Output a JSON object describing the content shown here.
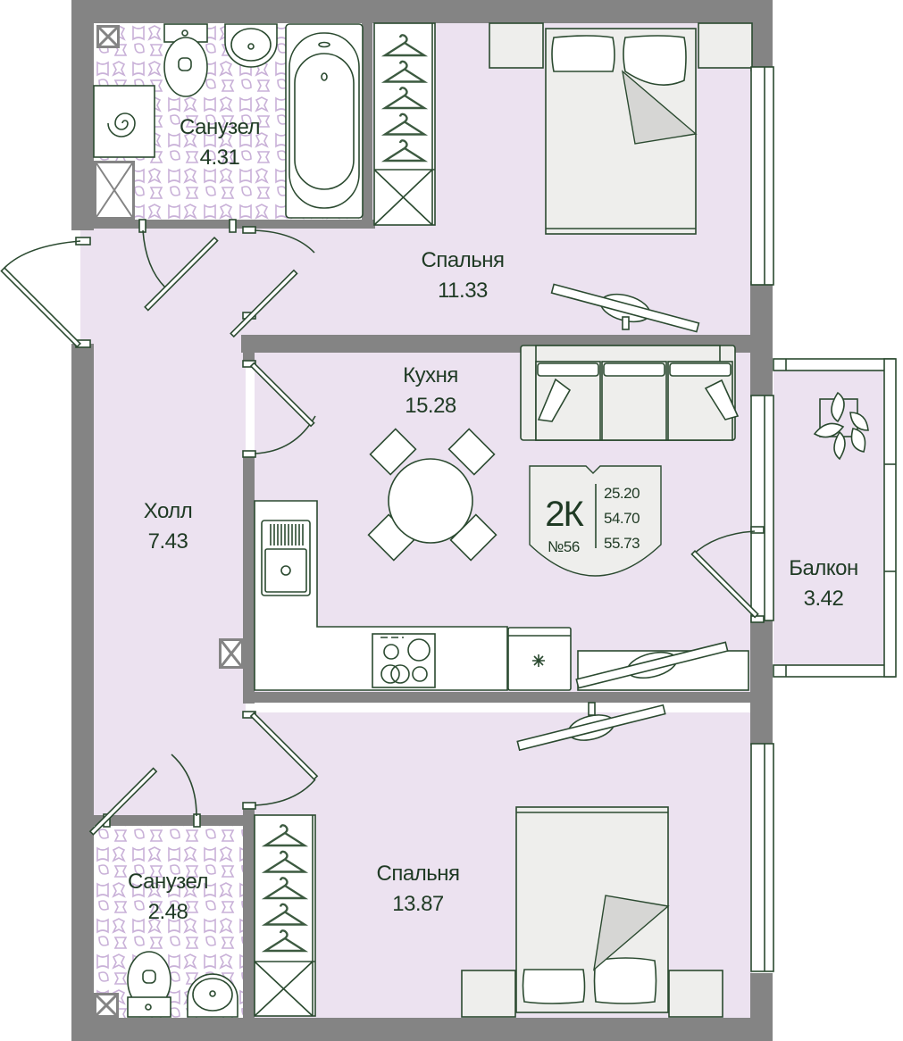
{
  "plan": {
    "apartment_type": "2К",
    "apartment_number": "№56",
    "areas": [
      "25.20",
      "54.70",
      "55.73"
    ],
    "colors": {
      "wall": "#848484",
      "floor": "#ece2f0",
      "line": "#2b4a30",
      "text": "#1f3a24",
      "tile_pattern": "#c9b1d8"
    }
  },
  "rooms": {
    "bathroom_top": {
      "name": "Санузел",
      "area": "4.31"
    },
    "bedroom_top": {
      "name": "Спальня",
      "area": "11.33"
    },
    "kitchen": {
      "name": "Кухня",
      "area": "15.28"
    },
    "hall": {
      "name": "Холл",
      "area": "7.43"
    },
    "balcony": {
      "name": "Балкон",
      "area": "3.42"
    },
    "bathroom_bottom": {
      "name": "Санузел",
      "area": "2.48"
    },
    "bedroom_bottom": {
      "name": "Спальня",
      "area": "13.87"
    }
  }
}
